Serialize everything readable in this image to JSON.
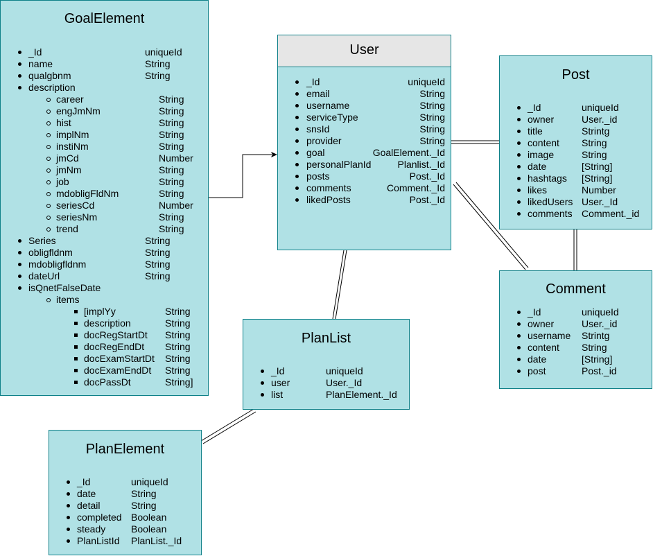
{
  "entities": {
    "goal": {
      "title": "GoalElement",
      "fields": [
        {
          "name": " _Id",
          "type": "uniqueId",
          "level": 1
        },
        {
          "name": "name",
          "type": "String",
          "level": 1
        },
        {
          "name": "qualgbnm",
          "type": "String",
          "level": 1
        },
        {
          "name": "description",
          "type": "",
          "level": 1
        },
        {
          "name": "career",
          "type": "String",
          "level": 2
        },
        {
          "name": "engJmNm",
          "type": "String",
          "level": 2
        },
        {
          "name": "hist",
          "type": "String",
          "level": 2
        },
        {
          "name": "implNm",
          "type": "String",
          "level": 2
        },
        {
          "name": "instiNm",
          "type": "String",
          "level": 2
        },
        {
          "name": "jmCd",
          "type": "Number",
          "level": 2
        },
        {
          "name": "jmNm",
          "type": "String",
          "level": 2
        },
        {
          "name": "job",
          "type": "String",
          "level": 2
        },
        {
          "name": "mdobligFldNm",
          "type": "String",
          "level": 2
        },
        {
          "name": "seriesCd",
          "type": "Number",
          "level": 2
        },
        {
          "name": "seriesNm",
          "type": "String",
          "level": 2
        },
        {
          "name": "trend",
          "type": "String",
          "level": 2
        },
        {
          "name": "Series",
          "type": "String",
          "level": 1
        },
        {
          "name": "obligfldnm",
          "type": "String",
          "level": 1
        },
        {
          "name": "mdobligfldnm",
          "type": "String",
          "level": 1
        },
        {
          "name": "dateUrl",
          "type": "String",
          "level": 1
        },
        {
          "name": "isQnetFalseDate",
          "type": "",
          "level": 1
        },
        {
          "name": "items",
          "type": "",
          "level": 2
        },
        {
          "name": "[implYy",
          "type": "String",
          "level": 3
        },
        {
          "name": "description",
          "type": "String",
          "level": 3
        },
        {
          "name": "docRegStartDt",
          "type": "String",
          "level": 3
        },
        {
          "name": "docRegEndDt",
          "type": "String",
          "level": 3
        },
        {
          "name": "docExamStartDt",
          "type": "String",
          "level": 3
        },
        {
          "name": "docExamEndDt",
          "type": "String",
          "level": 3
        },
        {
          "name": "docPassDt",
          "type": "String]",
          "level": 3
        }
      ]
    },
    "user": {
      "title": "User",
      "fields": [
        {
          "name": "_Id",
          "type": "uniqueId",
          "level": 1
        },
        {
          "name": "email",
          "type": "String",
          "level": 1
        },
        {
          "name": "username",
          "type": "String",
          "level": 1
        },
        {
          "name": "serviceType",
          "type": "String",
          "level": 1
        },
        {
          "name": "snsId",
          "type": "String",
          "level": 1
        },
        {
          "name": "provider",
          "type": "String",
          "level": 1
        },
        {
          "name": "goal",
          "type": "GoalElement._Id",
          "level": 1
        },
        {
          "name": "personalPlanId",
          "type": "Planlist._Id",
          "level": 1
        },
        {
          "name": "posts",
          "type": "Post._Id",
          "level": 1
        },
        {
          "name": "comments",
          "type": "Comment._Id",
          "level": 1
        },
        {
          "name": "likedPosts",
          "type": "Post._Id",
          "level": 1
        }
      ]
    },
    "post": {
      "title": "Post",
      "fields": [
        {
          "name": " _Id",
          "type": "uniqueId",
          "level": 1
        },
        {
          "name": "owner",
          "type": "User._id",
          "level": 1
        },
        {
          "name": "title",
          "type": "Strintg",
          "level": 1
        },
        {
          "name": "content",
          "type": "String",
          "level": 1
        },
        {
          "name": "image",
          "type": "String",
          "level": 1
        },
        {
          "name": "date",
          "type": "[String]",
          "level": 1
        },
        {
          "name": "hashtags",
          "type": "[String]",
          "level": 1
        },
        {
          "name": "likes",
          "type": "Number",
          "level": 1
        },
        {
          "name": "likedUsers",
          "type": "User._Id",
          "level": 1
        },
        {
          "name": "comments",
          "type": "Comment._id",
          "level": 1
        }
      ]
    },
    "comment": {
      "title": "Comment",
      "fields": [
        {
          "name": " _Id",
          "type": "uniqueId",
          "level": 1
        },
        {
          "name": "owner",
          "type": "User._id",
          "level": 1
        },
        {
          "name": "username",
          "type": "Strintg",
          "level": 1
        },
        {
          "name": "content",
          "type": "String",
          "level": 1
        },
        {
          "name": "date",
          "type": "[String]",
          "level": 1
        },
        {
          "name": "post",
          "type": "Post._id",
          "level": 1
        }
      ]
    },
    "planlist": {
      "title": "PlanList",
      "fields": [
        {
          "name": " _Id",
          "type": "uniqueId",
          "level": 1
        },
        {
          "name": "user",
          "type": "User._Id",
          "level": 1
        },
        {
          "name": "list",
          "type": "PlanElement._Id",
          "level": 1
        }
      ]
    },
    "planelement": {
      "title": "PlanElement",
      "fields": [
        {
          "name": " _Id",
          "type": "uniqueId",
          "level": 1
        },
        {
          "name": "date",
          "type": "String",
          "level": 1
        },
        {
          "name": "detail",
          "type": "String",
          "level": 1
        },
        {
          "name": "completed",
          "type": "Boolean",
          "level": 1
        },
        {
          "name": "steady",
          "type": "Boolean",
          "level": 1
        },
        {
          "name": "PlanListId",
          "type": "PlanList._Id",
          "level": 1
        }
      ]
    }
  },
  "colors": {
    "entity_fill": "#b0e1e5",
    "entity_border": "#0e8088",
    "header_fill": "#e6e6e6",
    "line": "#000000"
  }
}
